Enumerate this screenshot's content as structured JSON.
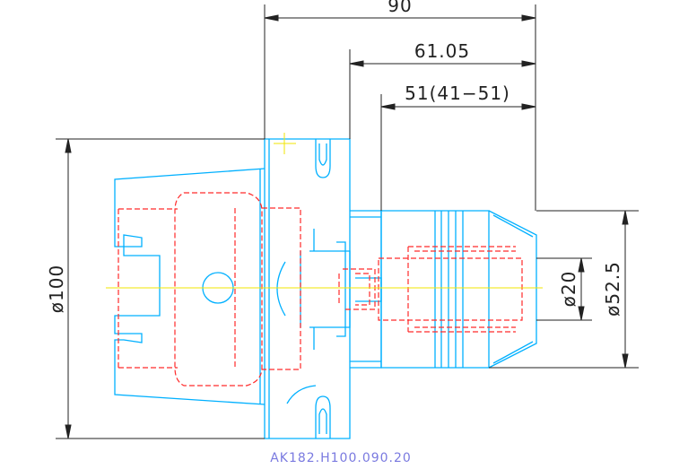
{
  "dimensions": {
    "overall_length": "90",
    "flange_to_end": "61.05",
    "clamping_length": "51(41−51)",
    "flange_diameter": "ø100",
    "clamp_diameter": "ø20",
    "nose_diameter": "ø52.5"
  },
  "part_number": "AK182.H100.090.20",
  "colors": {
    "body_outline": "#00b0ff",
    "hidden_lines": "#ff2a2a",
    "center_line": "#f2e600",
    "dimension_lines": "#222222",
    "part_number": "#7a7ae0"
  }
}
